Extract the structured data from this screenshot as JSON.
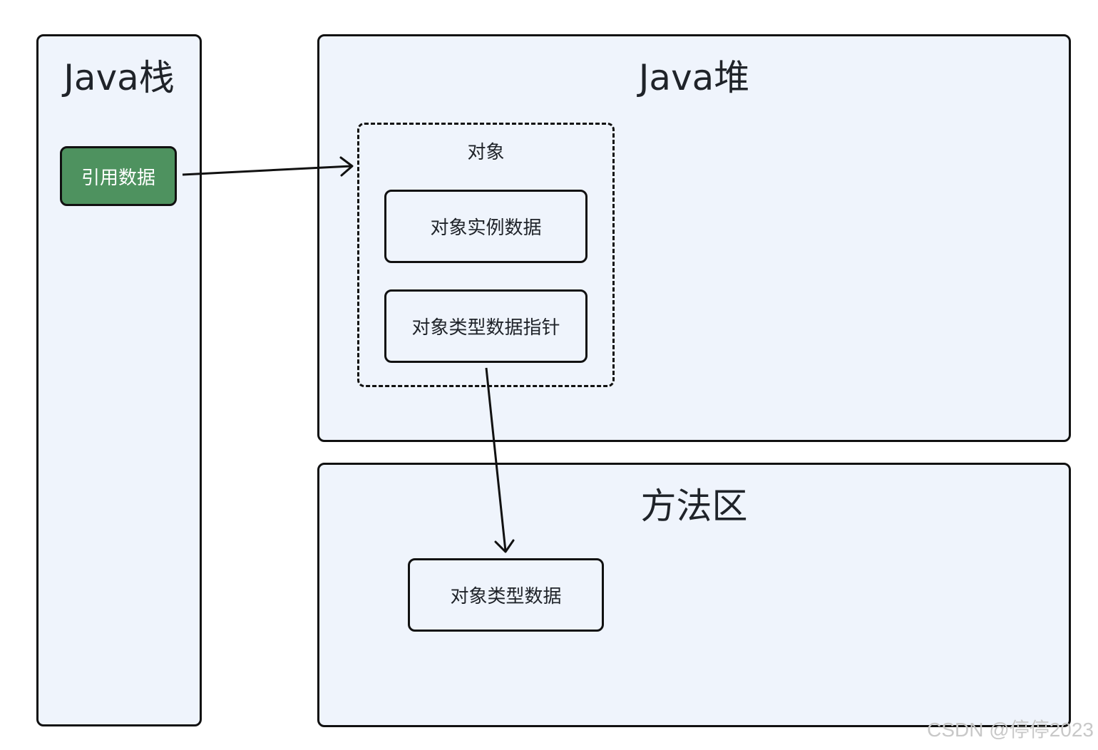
{
  "panels": {
    "stack_title": "Java栈",
    "heap_title": "Java堆",
    "method_area_title": "方法区"
  },
  "nodes": {
    "reference": "引用数据",
    "object_label": "对象",
    "instance_data": "对象实例数据",
    "type_pointer": "对象类型数据指针",
    "type_data": "对象类型数据"
  },
  "colors": {
    "reference_fill": "#4e925f",
    "panel_fill": "#eff4fc"
  },
  "watermark": "CSDN @停停2023"
}
